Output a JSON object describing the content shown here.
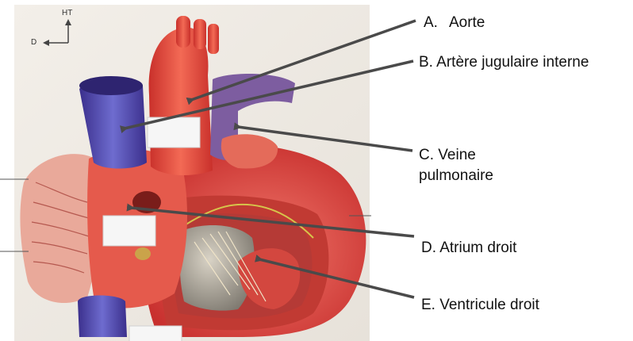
{
  "orientation": {
    "up": "HT",
    "left": "D"
  },
  "labels": [
    {
      "id": "A",
      "letter": "A.",
      "text": "Aorte"
    },
    {
      "id": "B",
      "letter": "",
      "text": "B. Artère jugulaire interne"
    },
    {
      "id": "C",
      "letter": "",
      "text": "C. Veine pulmonaire"
    },
    {
      "id": "D",
      "letter": "",
      "text": "D. Atrium droit"
    },
    {
      "id": "E",
      "letter": "",
      "text": "E. Ventricule droit"
    }
  ],
  "colors": {
    "pointer": "#4a4a4a",
    "aorta": "#e4433a",
    "vena_cava": "#4a3fa8",
    "pulmonary_vein": "#7a5a9c",
    "muscle": "#d9453f"
  }
}
